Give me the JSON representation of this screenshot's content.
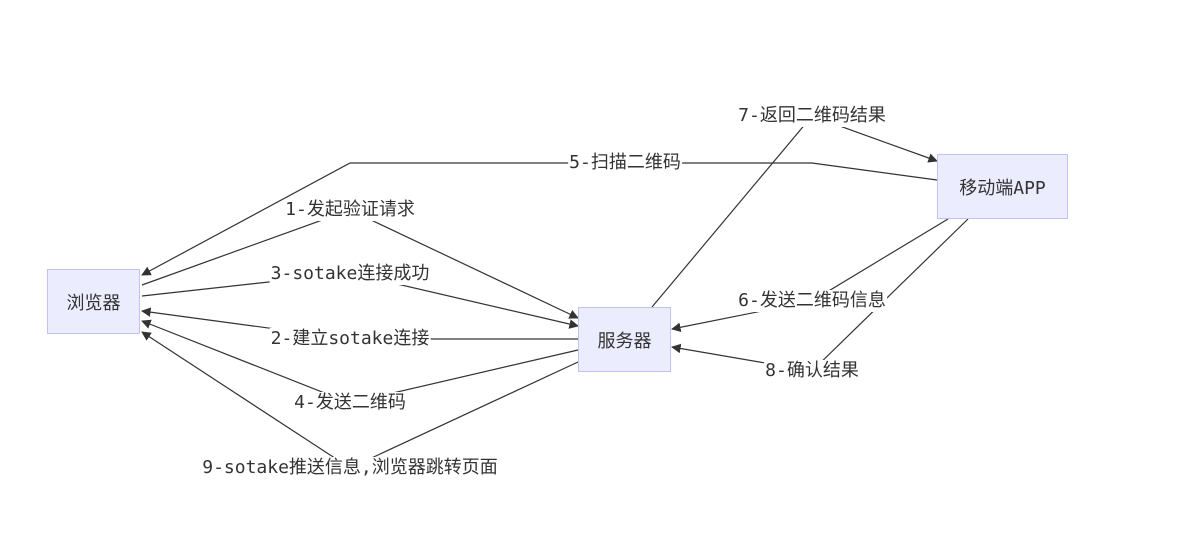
{
  "nodes": {
    "browser": "浏览器",
    "server": "服务器",
    "mobile": "移动端APP"
  },
  "edges": [
    {
      "label": "1-发起验证请求",
      "from": "browser",
      "to": "server"
    },
    {
      "label": "2-建立sotake连接",
      "from": "server",
      "to": "browser"
    },
    {
      "label": "3-sotake连接成功",
      "from": "browser",
      "to": "server"
    },
    {
      "label": "4-发送二维码",
      "from": "server",
      "to": "browser"
    },
    {
      "label": "5-扫描二维码",
      "from": "mobile",
      "to": "browser"
    },
    {
      "label": "6-发送二维码信息",
      "from": "mobile",
      "to": "server"
    },
    {
      "label": "7-返回二维码结果",
      "from": "server",
      "to": "mobile"
    },
    {
      "label": "8-确认结果",
      "from": "mobile",
      "to": "server"
    },
    {
      "label": "9-sotake推送信息,浏览器跳转页面",
      "from": "server",
      "to": "browser"
    }
  ],
  "colors": {
    "node_fill": "#ececff",
    "node_border": "#c2c2f0",
    "edge": "#333333",
    "text": "#333333"
  }
}
